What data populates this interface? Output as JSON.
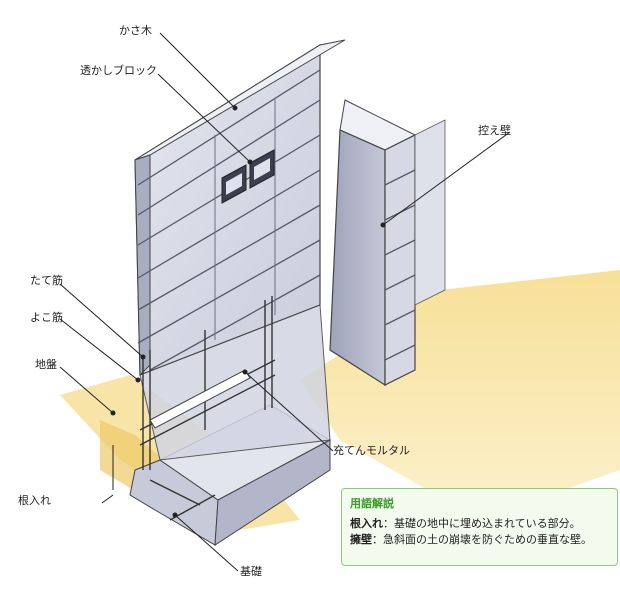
{
  "labels": {
    "kasagi": "かさ木",
    "sukashi_block": "透かしブロック",
    "hikae_kabe": "控え壁",
    "tate_kin": "たて筋",
    "yoko_kin": "よこ筋",
    "jiban": "地盤",
    "jutten_mortar": "充てんモルタル",
    "neire": "根入れ",
    "kiso": "基礎"
  },
  "glossary": {
    "title": "用語解説",
    "items": [
      {
        "term": "根入れ",
        "sep": "：",
        "desc": "基礎の地中に埋め込まれている部分。"
      },
      {
        "term": "擁壁",
        "sep": "：",
        "desc": "急斜面の土の崩壊を防ぐための垂直な壁。"
      }
    ]
  },
  "colors": {
    "wall_front": "#d9dbe6",
    "wall_side": "#b5b8c9",
    "wall_top": "#eef0f6",
    "mortar_line": "#555a6a",
    "ground": "#f3d27a",
    "ground_light": "#fbecb8",
    "glossary_accent": "#3a9a2a"
  }
}
